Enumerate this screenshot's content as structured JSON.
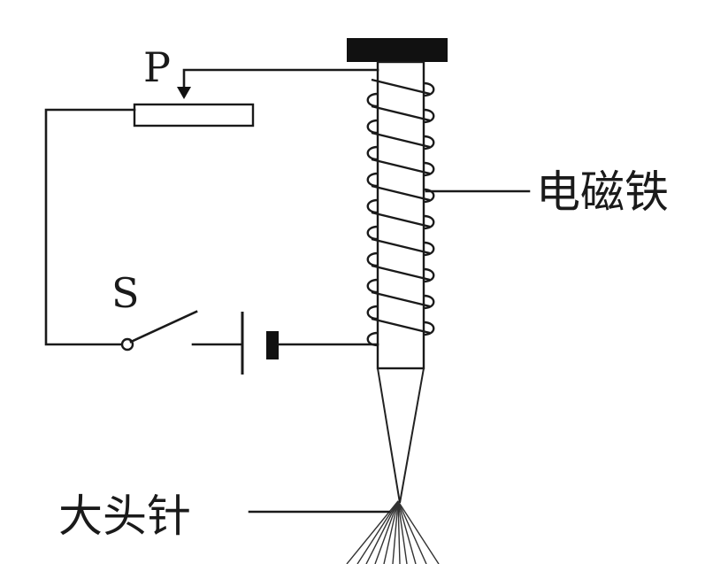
{
  "labels": {
    "slider": "P",
    "switch": "S",
    "electromagnet": "电磁铁",
    "pins": "大头针"
  }
}
